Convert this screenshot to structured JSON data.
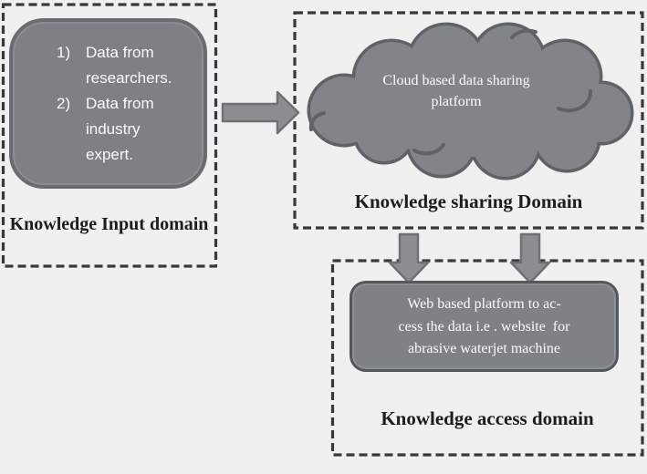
{
  "title": "Knowledge flow diagram for abrasive waterjet machine data platform",
  "colors": {
    "background": "#f1f0f0",
    "shape_fill": "#7d8085",
    "cloud_fill": "#818488",
    "shape_border": "#5f6266",
    "dashed_border": "#38393b",
    "arrow_fill": "#8b8d90",
    "light_text": "#fbfbfb",
    "dark_text": "#1d1d1d"
  },
  "input_domain": {
    "label": "Knowledge Input domain",
    "list": [
      {
        "num": "1)",
        "text": "Data from researchers."
      },
      {
        "num": "2)",
        "text": "Data from industry expert."
      }
    ]
  },
  "sharing_domain": {
    "label": "Knowledge sharing Domain",
    "cloud_text": "Cloud based data sharing\nplatform"
  },
  "access_domain": {
    "label": "Knowledge access domain",
    "box_text": "Web based platform to ac-\ncess the data i.e . website  for\nabrasive waterjet machine"
  },
  "icons": {
    "arrow_right": "block-arrow-right",
    "arrow_down": "block-arrow-down"
  }
}
